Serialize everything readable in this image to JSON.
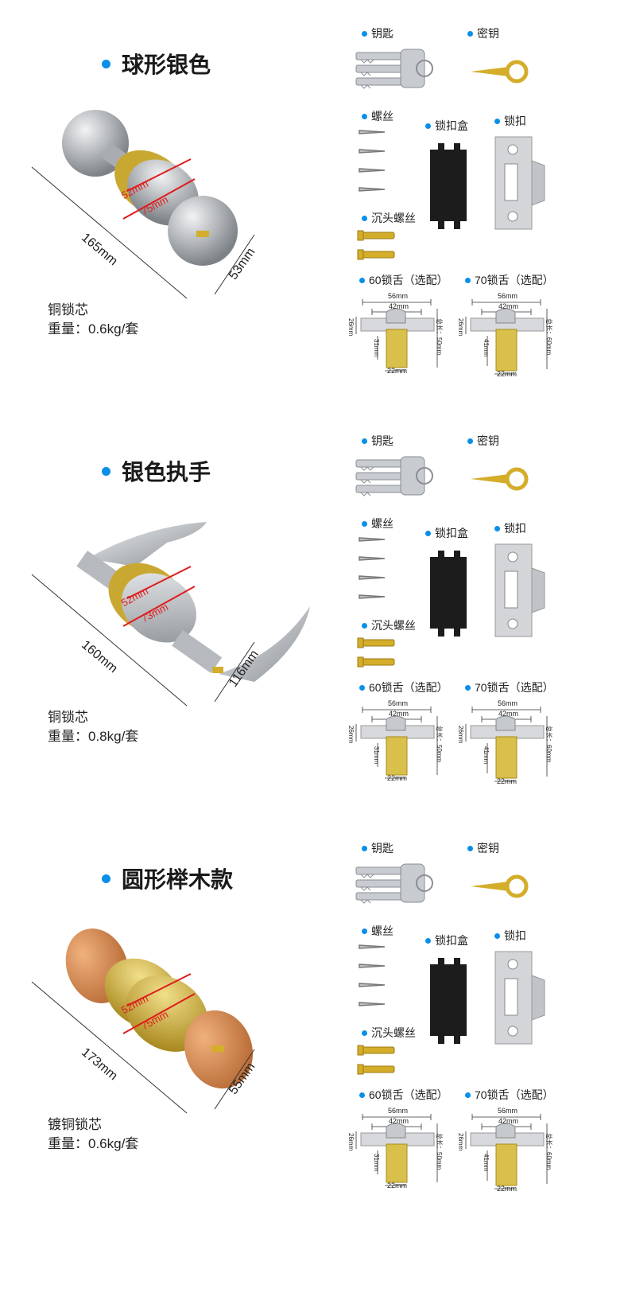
{
  "colors": {
    "accent": "#0a8fe8",
    "brass": "#c9a227",
    "steel": "#b8bcc2",
    "wood": "#d98d55"
  },
  "sections": [
    {
      "title": "球形银色",
      "core": "铜锁芯",
      "weight": "重量：0.6kg/套",
      "dim_inner": "52mm",
      "dim_outer": "75mm",
      "dim_length": "165mm",
      "dim_depth": "53mm",
      "product_icon": "ball-knob-silver"
    },
    {
      "title": "银色执手",
      "core": "铜锁芯",
      "weight": "重量：0.8kg/套",
      "dim_inner": "52mm",
      "dim_outer": "73mm",
      "dim_length": "160mm",
      "dim_depth": "116mm",
      "product_icon": "lever-handle-silver"
    },
    {
      "title": "圆形榉木款",
      "core": "镀铜锁芯",
      "weight": "重量：0.6kg/套",
      "dim_inner": "52mm",
      "dim_outer": "75mm",
      "dim_length": "173mm",
      "dim_depth": "55mm",
      "product_icon": "beech-wood-knob"
    }
  ],
  "accessories": {
    "key": "钥匙",
    "secret_key": "密钥",
    "screws": "螺丝",
    "strike_box": "锁扣盒",
    "strike_plate": "锁扣",
    "countersunk": "沉头螺丝",
    "latch60": "60锁舌（选配）",
    "latch70": "70锁舌（选配）"
  },
  "latch_dims": {
    "w56": "56mm",
    "w42": "42mm",
    "h26": "26mm",
    "h31": "31mm",
    "h41": "41mm",
    "w22": "22mm",
    "total50": "总长：50mm",
    "total60": "总长：60mm"
  }
}
